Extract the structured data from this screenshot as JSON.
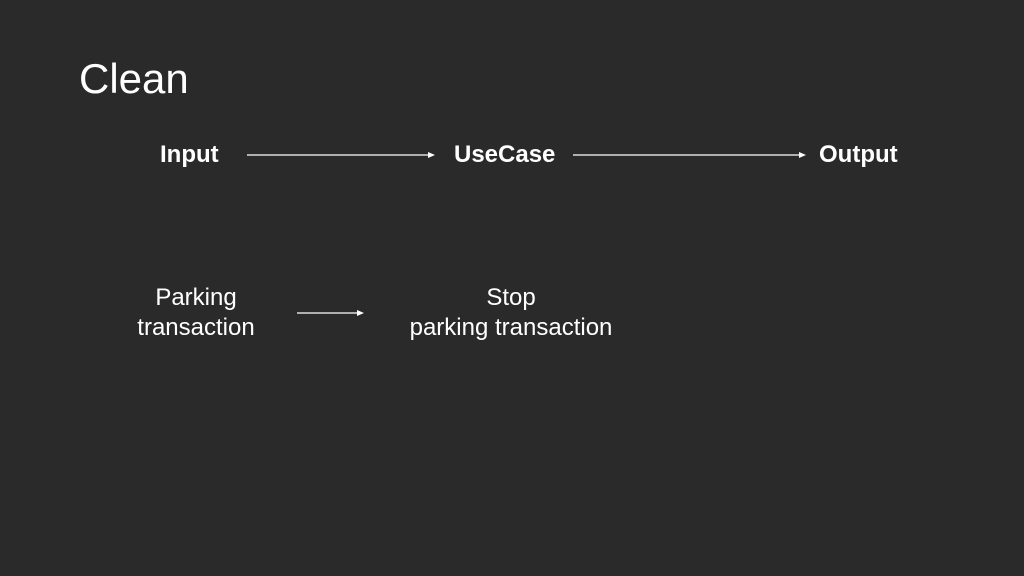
{
  "slide": {
    "background_color": "#2a2a2a",
    "text_color": "#ffffff",
    "title": "Clean"
  },
  "flow": {
    "input": "Input",
    "usecase": "UseCase",
    "output": "Output"
  },
  "example": {
    "input_line1": "Parking",
    "input_line2": "transaction",
    "usecase_line1": "Stop",
    "usecase_line2": "parking transaction"
  }
}
